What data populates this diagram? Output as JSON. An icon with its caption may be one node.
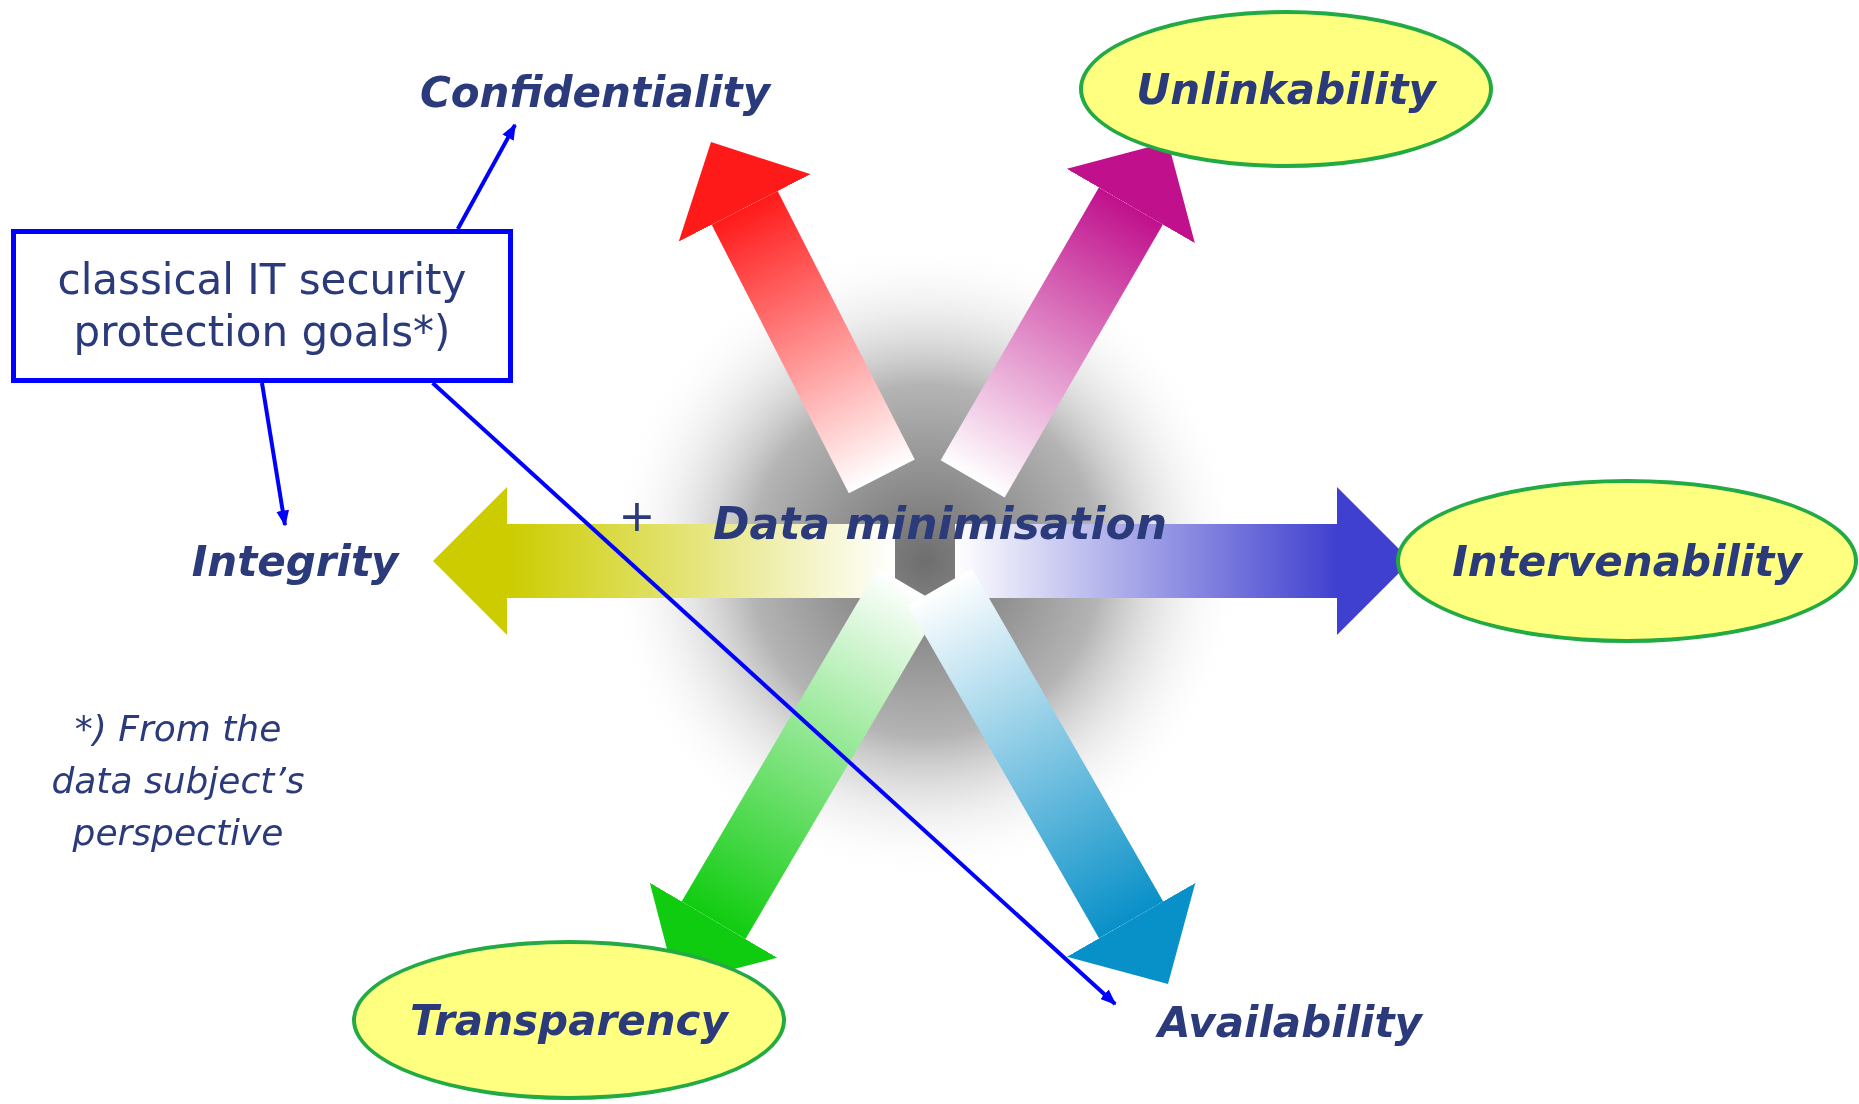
{
  "diagram": {
    "nodes": [
      {
        "text": [
          "Confidentiality"
        ]
      },
      {
        "text": [
          "Unlinkability"
        ]
      },
      {
        "text": [
          "classical IT security protection goals*)"
        ]
      },
      {
        "text": [
          "Integrity"
        ]
      },
      {
        "text": [
          "Intervenability"
        ]
      },
      {
        "text": [
          "Transparency"
        ]
      },
      {
        "text": [
          "Availability"
        ]
      }
    ],
    "edges": [
      {
        "from": null,
        "to": 0,
        "arrow": "to",
        "style": "thick",
        "color": "#ff1a1a"
      },
      {
        "from": null,
        "to": 1,
        "arrow": "to",
        "style": "thick",
        "color": "#c0108c"
      },
      {
        "from": null,
        "to": 3,
        "arrow": "to",
        "style": "thick",
        "color": "#cccc00"
      },
      {
        "from": null,
        "to": 4,
        "arrow": "to",
        "style": "thick",
        "color": "#4040d0"
      },
      {
        "from": null,
        "to": 5,
        "arrow": "to",
        "style": "thick",
        "color": "#10cc10"
      },
      {
        "from": null,
        "to": 6,
        "arrow": "to",
        "style": "thick",
        "color": "#0890c8"
      },
      {
        "from": 2,
        "to": 0,
        "arrow": "to",
        "color": "#0000ff"
      },
      {
        "from": 2,
        "to": 3,
        "arrow": "to",
        "color": "#0000ff"
      },
      {
        "from": 2,
        "to": 6,
        "arrow": "to",
        "color": "#0000ff"
      }
    ],
    "labels": [
      "+",
      "Data minimisation",
      "*) From the data subject’s perspective"
    ]
  }
}
